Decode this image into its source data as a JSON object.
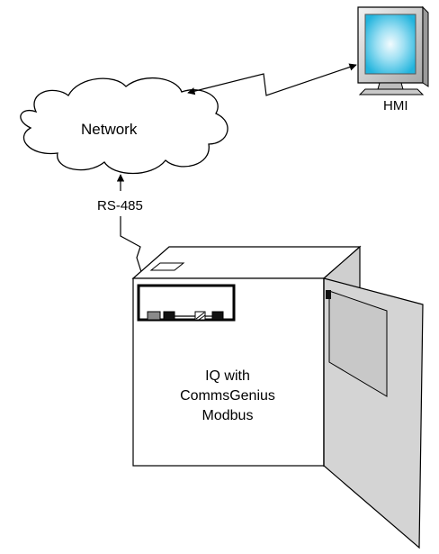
{
  "labels": {
    "network": "Network",
    "hmi": "HMI",
    "rs485": "RS-485",
    "device_line1": "IQ with",
    "device_line2": "CommsGenius",
    "device_line3": "Modbus"
  },
  "icons": {
    "network": "cloud-icon",
    "hmi": "monitor-icon",
    "device": "enclosure-icon"
  },
  "colors": {
    "screen_center": "#e8f6fc",
    "screen_edge": "#2fbde2",
    "enclosure_front": "#ffffff",
    "enclosure_side": "#cfcfcf",
    "door": "#d6d6d6",
    "monitor": "#d9d9d9",
    "stroke": "#000000"
  }
}
